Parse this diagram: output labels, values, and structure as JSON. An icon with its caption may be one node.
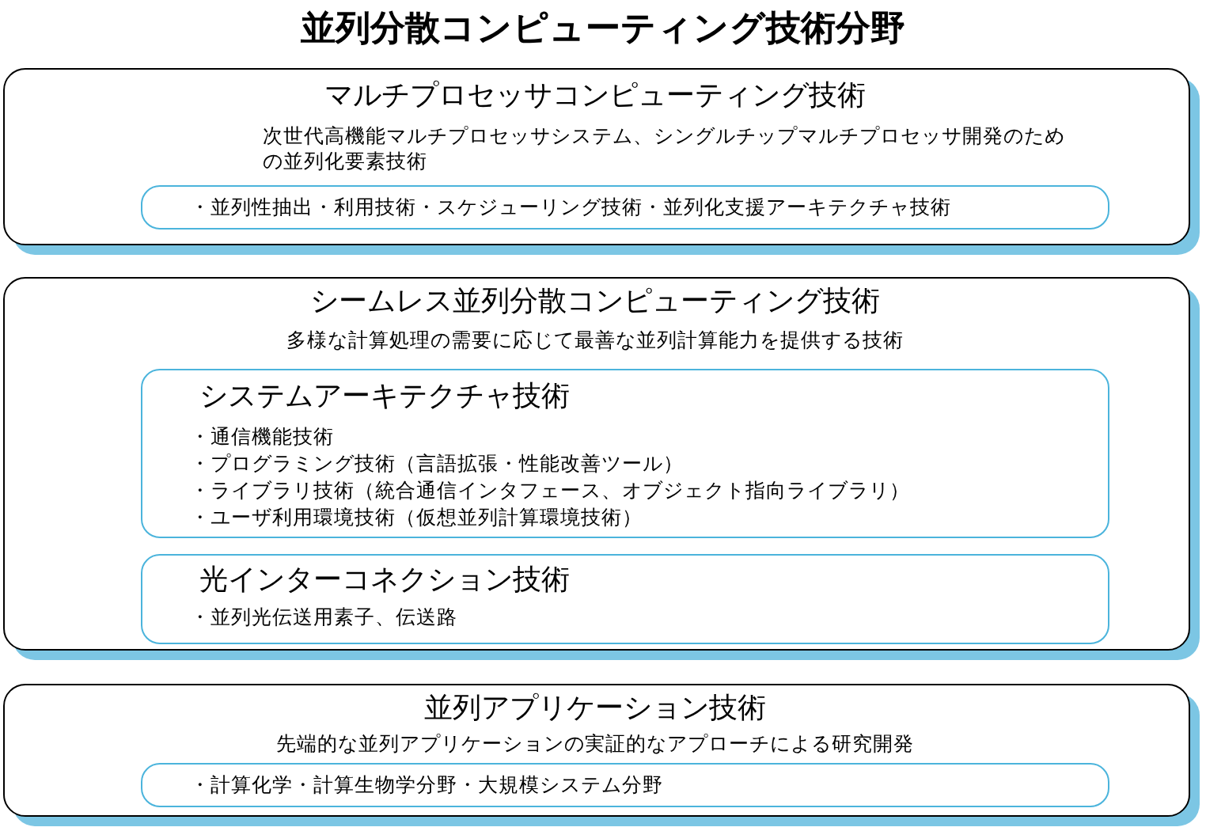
{
  "diagram": {
    "title": "並列分散コンピューティング技術分野",
    "nodes": [
      {
        "text": [
          "マルチプロセッサコンピューティング技術",
          "次世代高機能マルチプロセッサシステム、シングルチップマルチプロセッサ開発のための並列化要素技術"
        ]
      },
      {
        "text": [
          "・並列性抽出・利用技術・スケジューリング技術・並列化支援アーキテクチャ技術"
        ],
        "in": 0
      },
      {
        "text": [
          "シームレス並列分散コンピューティング技術",
          "多様な計算処理の需要に応じて最善な並列計算能力を提供する技術"
        ]
      },
      {
        "text": [
          "システムアーキテクチャ技術",
          "・通信機能技術",
          "・プログラミング技術（言語拡張・性能改善ツール）",
          "・ライブラリ技術（統合通信インタフェース、オブジェクト指向ライブラリ）",
          "・ユーザ利用環境技術（仮想並列計算環境技術）"
        ],
        "in": 2
      },
      {
        "text": [
          "光インターコネクション技術",
          "・並列光伝送用素子、伝送路"
        ],
        "in": 2
      },
      {
        "text": [
          "並列アプリケーション技術",
          "先端的な並列アプリケーションの実証的なアプローチによる研究開発"
        ]
      },
      {
        "text": [
          "・計算化学・計算生物学分野・大規模システム分野"
        ],
        "in": 5
      }
    ]
  }
}
